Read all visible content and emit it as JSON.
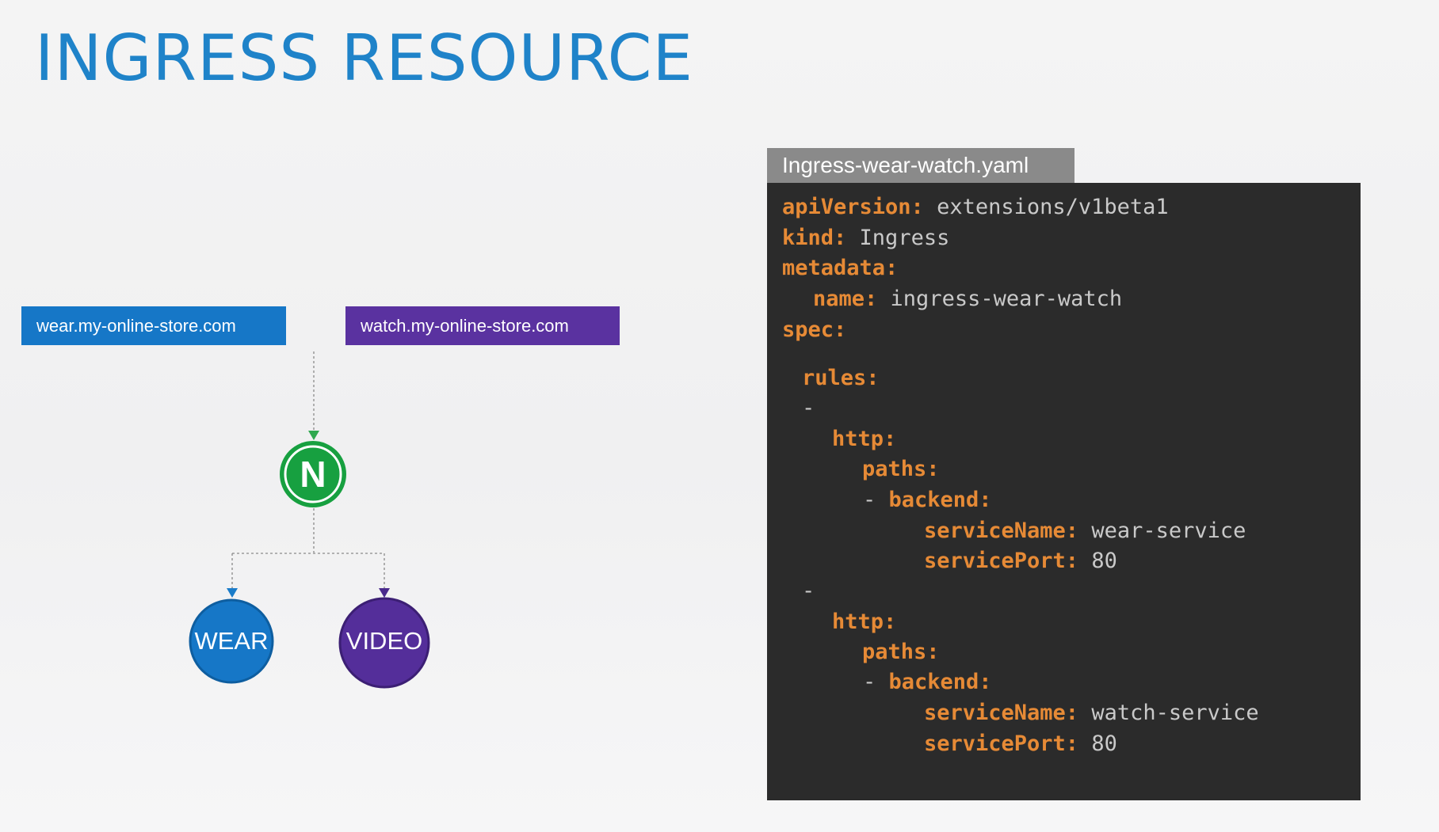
{
  "title": "INGRESS RESOURCE",
  "hosts": {
    "wear": "wear.my-online-store.com",
    "watch": "watch.my-online-store.com"
  },
  "nodes": {
    "ingress": "N",
    "wear": "WEAR",
    "video": "VIDEO"
  },
  "colors": {
    "title": "#1f83c9",
    "wear": "#1677c7",
    "watch": "#5a32a0",
    "nginx": "#17a040",
    "code_key": "#e68a36",
    "code_value": "#c9c9c9",
    "code_bg": "#2b2b2b"
  },
  "file": {
    "name": "Ingress-wear-watch.yaml",
    "lines": {
      "apiVersion_key": "apiVersion:",
      "apiVersion_val": "extensions/v1beta1",
      "kind_key": "kind:",
      "kind_val": "Ingress",
      "metadata_key": "metadata:",
      "name_key": "name:",
      "name_val": "ingress-wear-watch",
      "spec_key": "spec:",
      "rules_key": "rules:",
      "dash": "-",
      "http_key": "http:",
      "paths_key": "paths:",
      "dash_backend": "- ",
      "backend_key": "backend:",
      "serviceName_key": "serviceName:",
      "serviceName_val_1": "wear-service",
      "servicePort_key": "servicePort:",
      "servicePort_val_1": "80",
      "serviceName_val_2": "watch-service",
      "servicePort_val_2": "80"
    }
  }
}
